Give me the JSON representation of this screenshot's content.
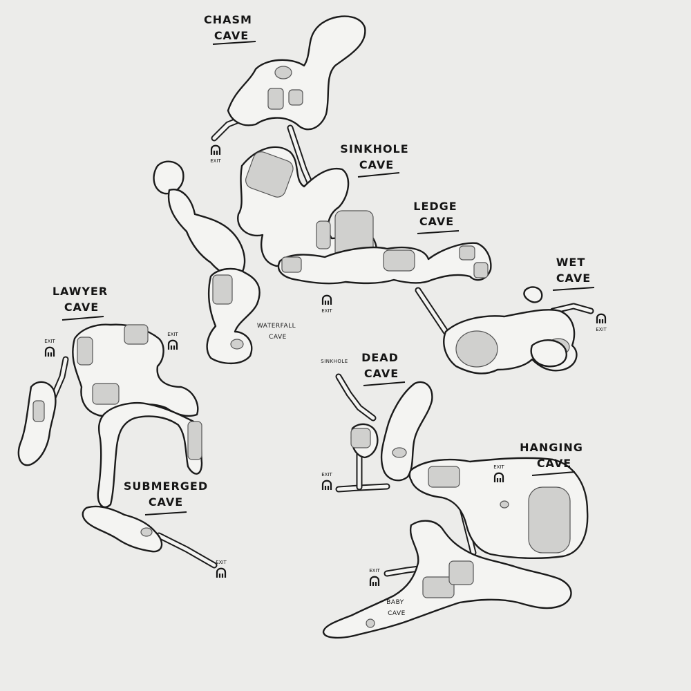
{
  "labels": {
    "chasm": [
      "CHASM",
      "CAVE"
    ],
    "sinkhole": [
      "SINKHOLE",
      "CAVE"
    ],
    "ledge": [
      "LEDGE",
      "CAVE"
    ],
    "wet": [
      "WET",
      "CAVE"
    ],
    "lawyer": [
      "LAWYER",
      "CAVE"
    ],
    "waterfall": [
      "WATERFALL",
      "CAVE"
    ],
    "dead": [
      "DEAD",
      "CAVE"
    ],
    "hanging": [
      "HANGING",
      "CAVE"
    ],
    "submerged": [
      "SUBMERGED",
      "CAVE"
    ],
    "baby": [
      "BABY",
      "CAVE"
    ],
    "sinkhole_note": "SINKHOLE"
  },
  "exit_label": "EXIT"
}
